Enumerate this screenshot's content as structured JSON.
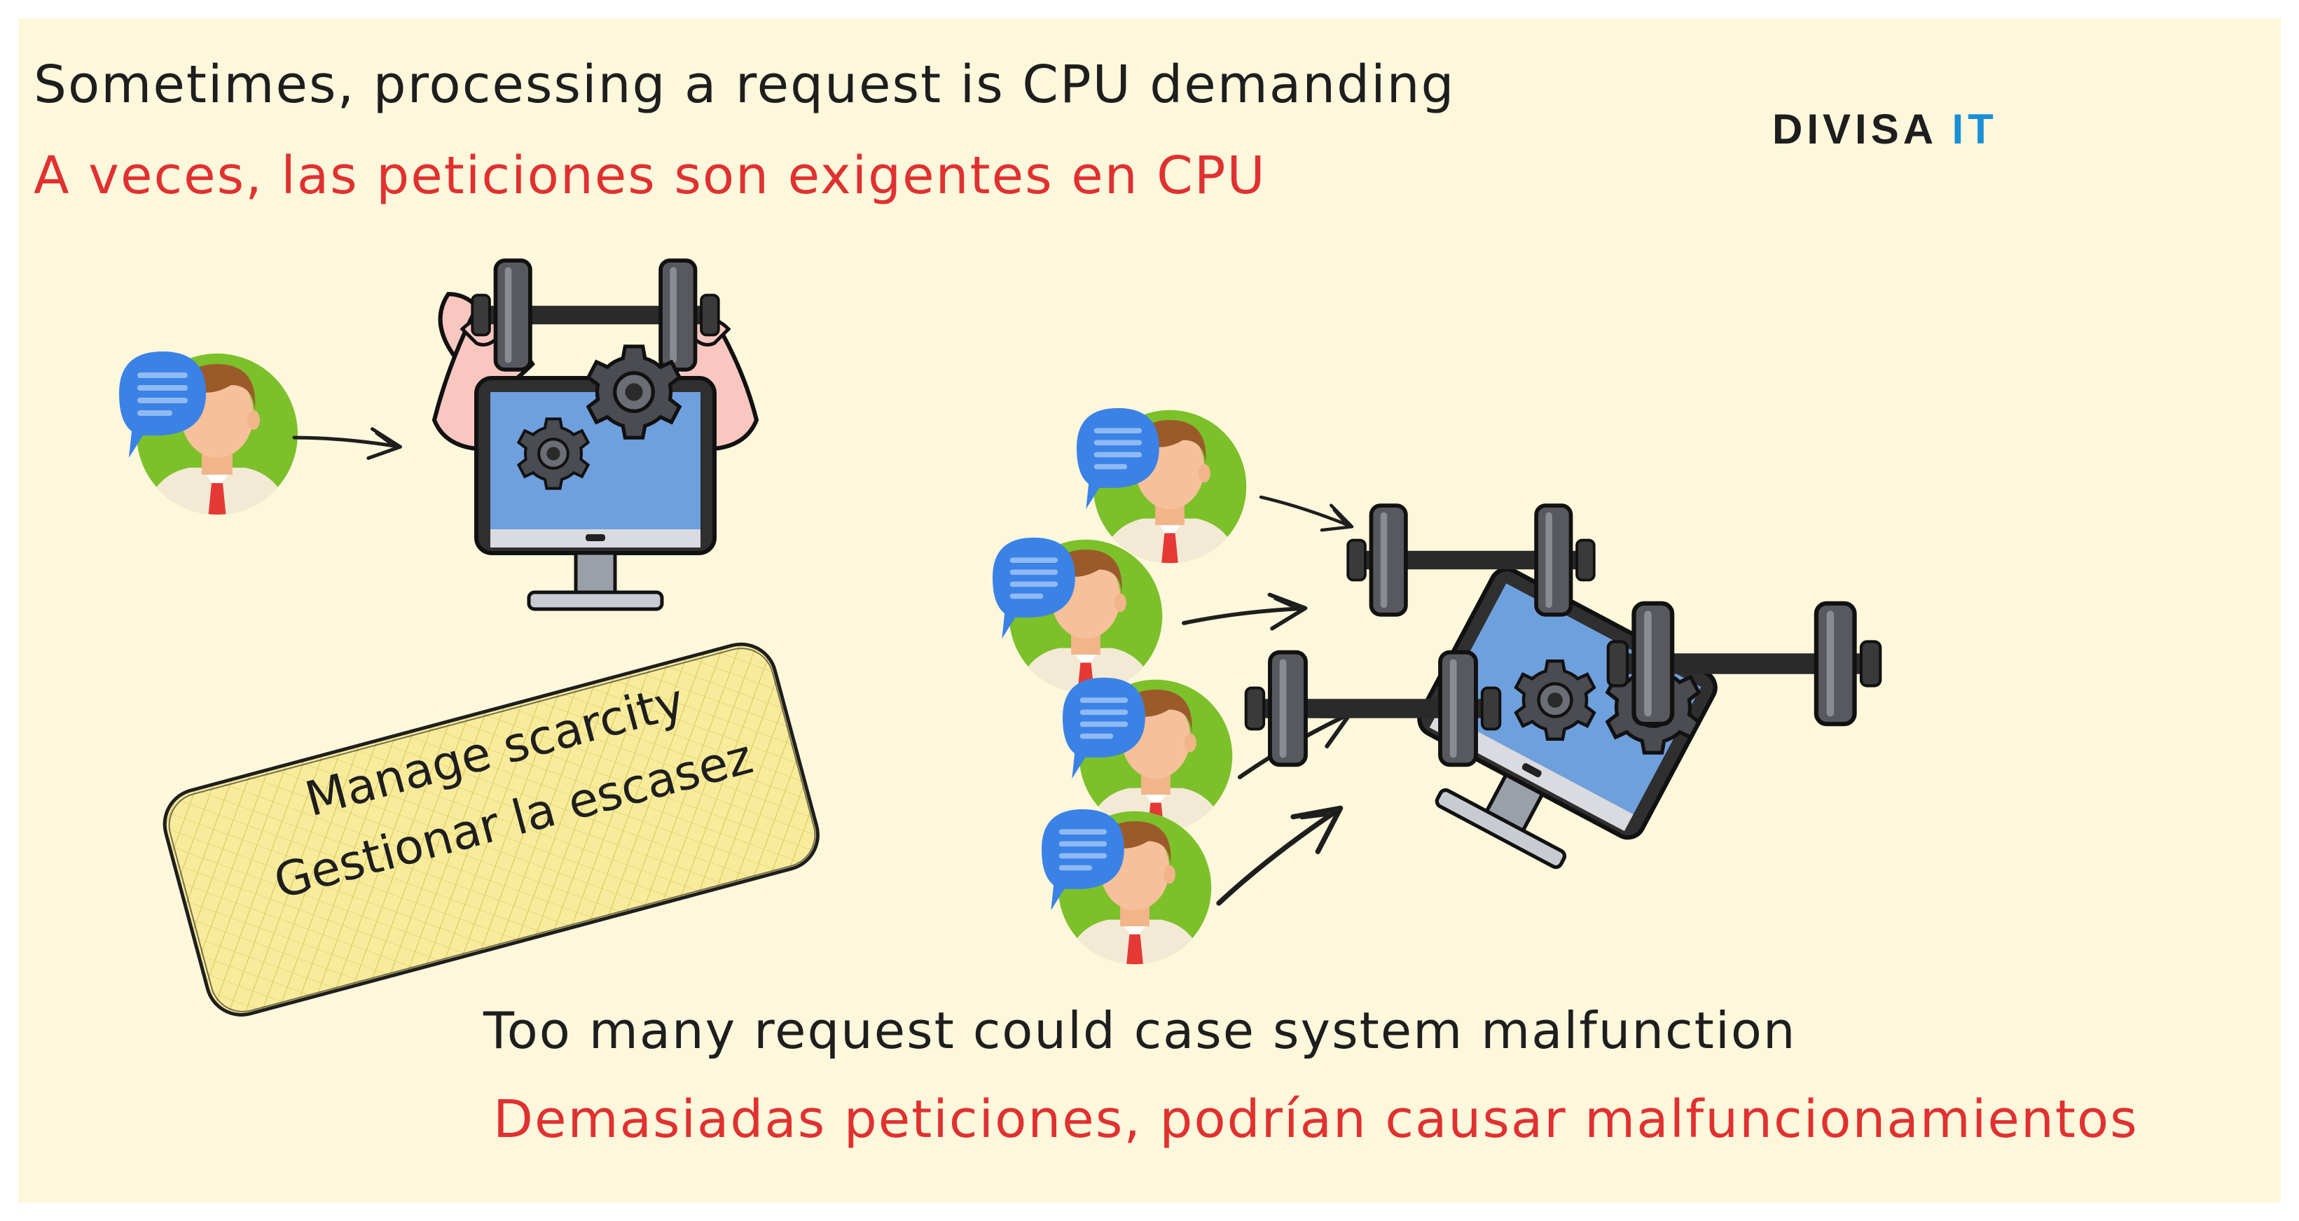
{
  "header": {
    "title_en": "Sometimes, processing a request is CPU demanding",
    "title_es": "A veces, las peticiones son exigentes en CPU"
  },
  "logo": {
    "main": "DIVISA ",
    "accent": "IT"
  },
  "note": {
    "line1": "Manage scarcity",
    "line2": "Gestionar la escasez"
  },
  "footer": {
    "text_en": "Too many request could case system malfunction",
    "text_es": "Demasiadas peticiones, podrían causar malfuncionamientos"
  },
  "colors": {
    "background": "#fdf7dc",
    "red_text": "#e03131",
    "logo_accent": "#1a8fd6",
    "avatar_green": "#7cc02a",
    "bubble_blue": "#3b82e6",
    "screen_blue": "#6fa0de",
    "note_fill": "#f8ec9c"
  }
}
